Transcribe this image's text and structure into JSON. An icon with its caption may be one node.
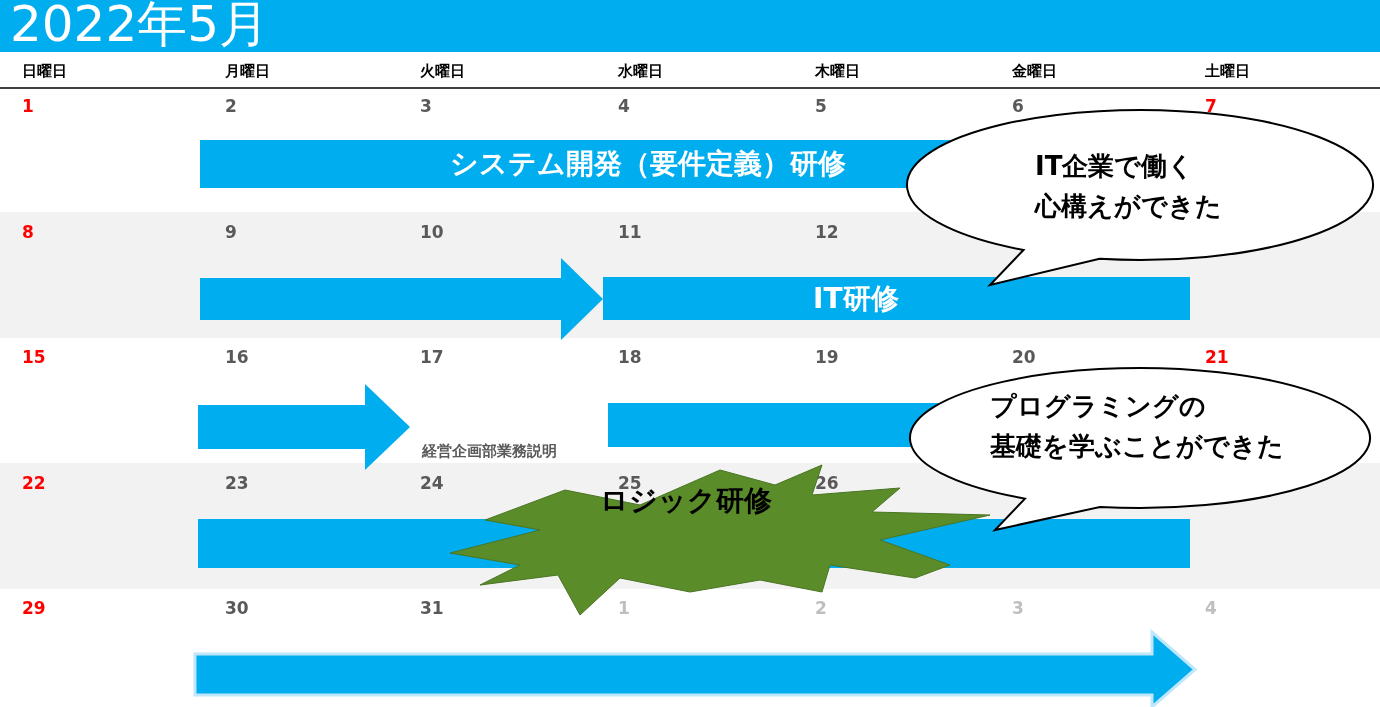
{
  "diagram": {
    "title": "2022年5月",
    "nodes": [
      {
        "text": [
          "システム開発（要件定義）研修"
        ]
      },
      {
        "text": [
          "IT研修"
        ]
      },
      {
        "text": [
          "経営企画部業務説明"
        ]
      },
      {
        "text": [],
        "shape": "bar"
      },
      {
        "text": [],
        "shape": "bar"
      },
      {
        "text": [
          "ロジック研修"
        ]
      },
      {
        "text": [],
        "shape": "arrow"
      },
      {
        "text": [
          "IT企業で働く心構えができた"
        ]
      },
      {
        "text": [
          "プログラミングの基礎を学ぶことができた"
        ]
      }
    ],
    "edges": [
      {
        "from": null,
        "to": 1,
        "arrow": "to"
      },
      {
        "from": null,
        "to": 2,
        "arrow": "to"
      }
    ],
    "labels": [
      "日曜日",
      "月曜日",
      "火曜日",
      "水曜日",
      "木曜日",
      "金曜日",
      "土曜日",
      "1",
      "2",
      "3",
      "4",
      "5",
      "6",
      "7",
      "8",
      "9",
      "10",
      "11",
      "12",
      "15",
      "16",
      "17",
      "18",
      "19",
      "20",
      "21",
      "22",
      "23",
      "24",
      "25",
      "26",
      "29",
      "30",
      "31",
      "1",
      "2",
      "3",
      "4"
    ]
  }
}
